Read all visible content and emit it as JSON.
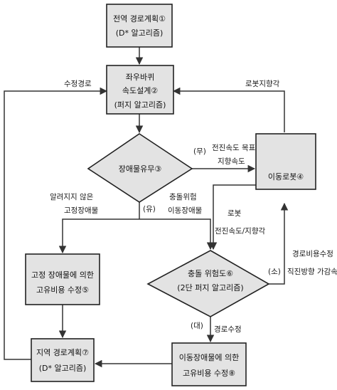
{
  "nodes": {
    "global_path_planning": {
      "line1": "전역 경로계획①",
      "line2": "(D* 알고리즘)"
    },
    "wheel_speed_design": {
      "line1": "좌우바퀴",
      "line2": "속도설계②",
      "line3": "(퍼지 알고리즘)"
    },
    "obstacle_decision": {
      "line1": "장애물유무③"
    },
    "mobile_robot": {
      "line1": "이동로봇④"
    },
    "collision_risk": {
      "line1": "충돌 위험도⑥",
      "line2": "(2단 퍼지 알고리즘)"
    },
    "fixed_obstacle_cost": {
      "line1": "고정 장애물에 의한",
      "line2": "고유비용 수정⑤"
    },
    "moving_obstacle_cost": {
      "line1": "이동장애물에 의한",
      "line2": "고유비용 수정⑧"
    },
    "local_path_planning": {
      "line1": "지역 경로계획⑦",
      "line2": "(D* 알고리즘)"
    }
  },
  "labels": {
    "corrected_path": "수정경로",
    "robot_heading": "로봇지향각",
    "none_tag": "(무)",
    "target_line1": "전진속도 목표",
    "target_line2": "지향속도",
    "unknown_line1": "알려지지 않은",
    "unknown_line2": "고정장애물",
    "exists_tag": "(유)",
    "collision_line1": "충돌위험",
    "collision_line2": "이동장애물",
    "robot_line1": "로봇",
    "robot_line2": "전진속도/지향각",
    "cost_fix_line1": "경로비용수정",
    "cost_fix_line2": "직진방향 가감속",
    "small_tag": "(소)",
    "large_tag": "(대)",
    "path_fix": "경로수정"
  },
  "colors": {
    "box_fill": "#e3e3e3",
    "line": "#333333"
  }
}
